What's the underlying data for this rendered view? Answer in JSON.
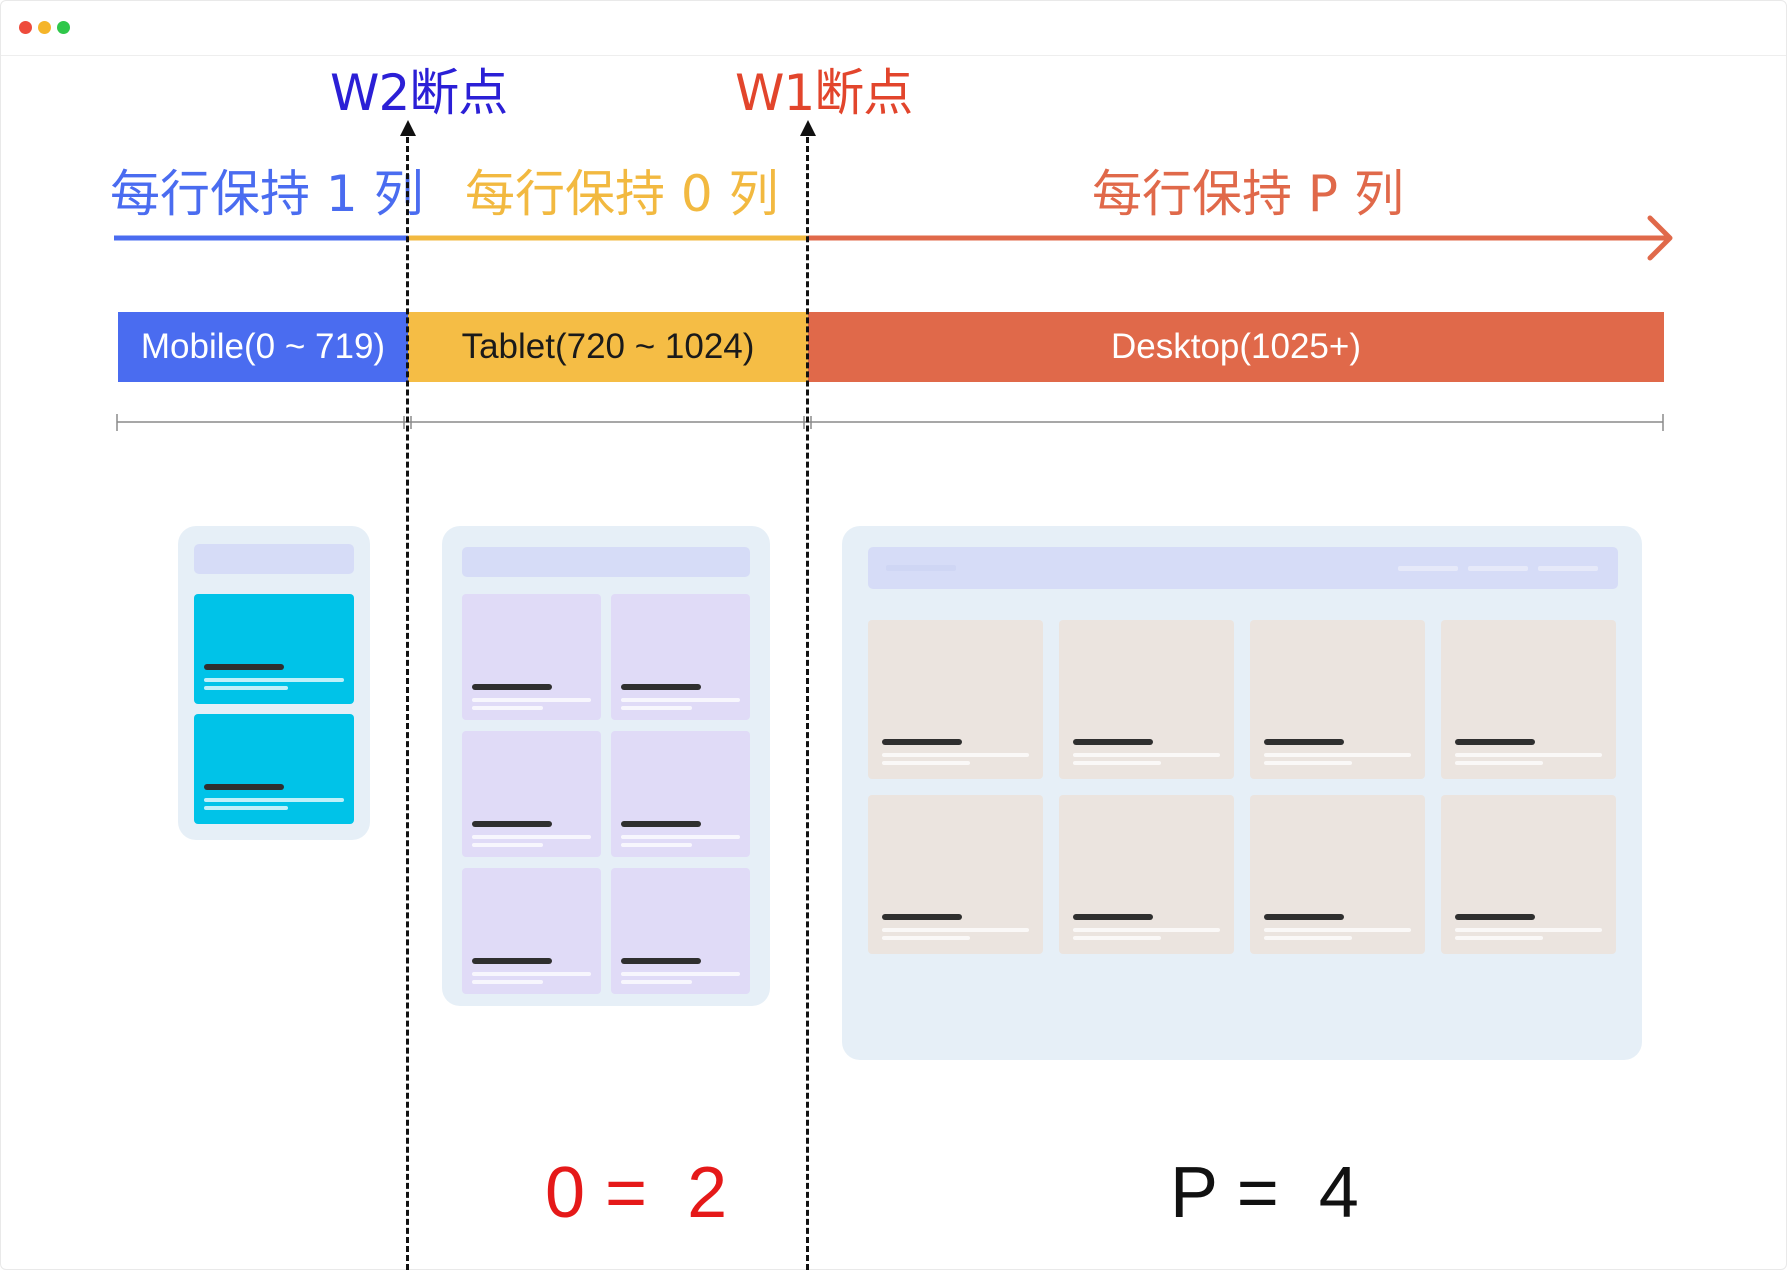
{
  "window": {
    "controls": [
      "close",
      "minimize",
      "maximize"
    ]
  },
  "breakpoints": [
    {
      "label": "W2断点",
      "color": "#2b1fd6"
    },
    {
      "label": "W1断点",
      "color": "#e2452c"
    }
  ],
  "rules": [
    {
      "label": "每行保持 1 列",
      "color": "#4a6cf0"
    },
    {
      "label": "每行保持 0 列",
      "color": "#f2b940"
    },
    {
      "label": "每行保持 P 列",
      "color": "#e0694a"
    }
  ],
  "ranges": [
    {
      "label": "Mobile(0 ~ 719)",
      "bg": "#4a6cf0",
      "fg": "#ffffff"
    },
    {
      "label": "Tablet(720 ~ 1024)",
      "bg": "#f5bd45",
      "fg": "#1a1a1a"
    },
    {
      "label": "Desktop(1025+)",
      "bg": "#e0694a",
      "fg": "#ffffff"
    }
  ],
  "devices": {
    "mobile": {
      "card_color": "#00c3e8",
      "columns": 1,
      "cards": 2
    },
    "tablet": {
      "card_color": "#e0dbf7",
      "columns": 2,
      "cards": 6
    },
    "desktop": {
      "card_color": "#ebe4df",
      "columns": 4,
      "cards": 8
    }
  },
  "equations": [
    {
      "text": "0 =  2",
      "color": "#e51919"
    },
    {
      "text": "P =  4",
      "color": "#111111"
    }
  ]
}
